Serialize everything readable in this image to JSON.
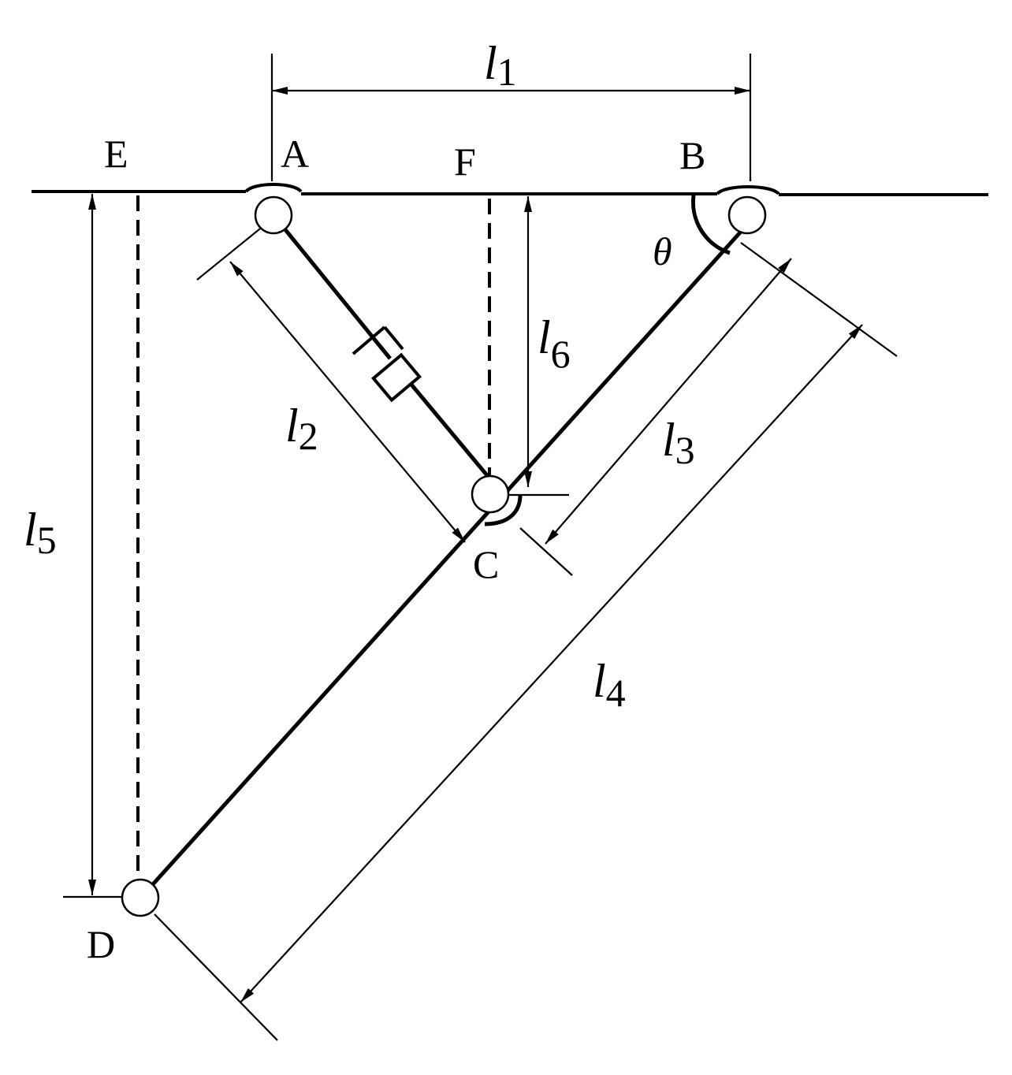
{
  "points": {
    "A": "A",
    "B": "B",
    "C": "C",
    "D": "D",
    "E": "E",
    "F": "F"
  },
  "dimensions": {
    "l1": {
      "symbol": "l",
      "subscript": "1"
    },
    "l2": {
      "symbol": "l",
      "subscript": "2"
    },
    "l3": {
      "symbol": "l",
      "subscript": "3"
    },
    "l4": {
      "symbol": "l",
      "subscript": "4"
    },
    "l5": {
      "symbol": "l",
      "subscript": "5"
    },
    "l6": {
      "symbol": "l",
      "subscript": "6"
    }
  },
  "angle": {
    "symbol": "θ"
  }
}
